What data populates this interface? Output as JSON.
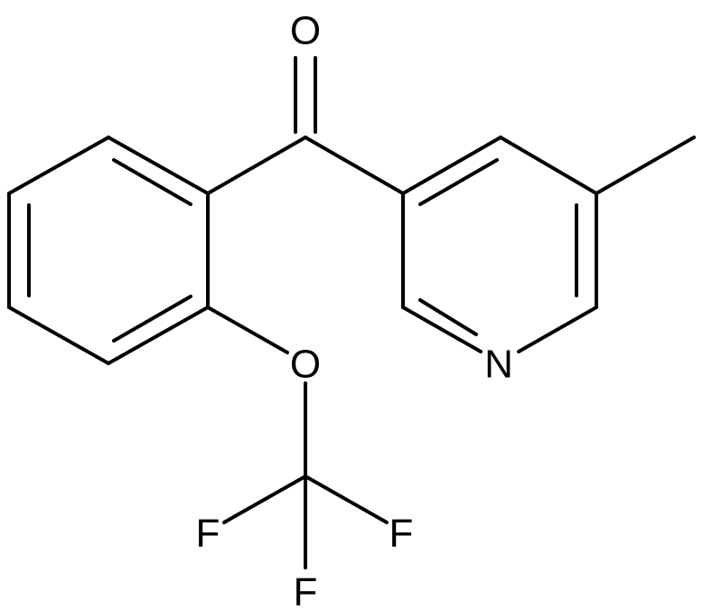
{
  "molecule": {
    "atoms": {
      "carbonyl_oxygen": "O",
      "ether_oxygen": "O",
      "pyridine_nitrogen": "N",
      "fluorine_left": "F",
      "fluorine_right": "F",
      "fluorine_bottom": "F"
    },
    "colors": {
      "bond": "#000000",
      "label": "#000000",
      "background": "#ffffff"
    }
  }
}
